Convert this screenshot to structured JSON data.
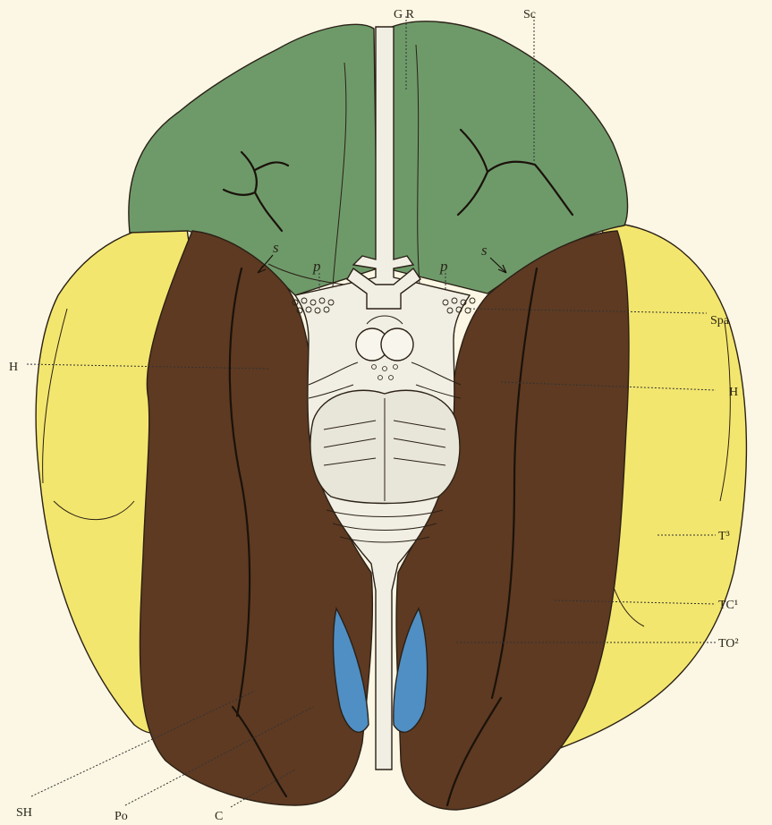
{
  "labels": {
    "gr": "G R",
    "sc": "Sc",
    "spa": "Spa",
    "h_left": "H",
    "h_right": "H",
    "t3": "T³",
    "tc1": "TC¹",
    "to2": "TO²",
    "sh": "SH",
    "po": "Po",
    "c": "C",
    "s_left": "s",
    "s_right": "s",
    "p_left": "p",
    "p_right": "p"
  },
  "colors": {
    "background": "#fbf7e4",
    "frontal_green": "#6e9a6a",
    "temporal_yellow": "#f3e66e",
    "brown_lobe": "#5e3a22",
    "ventricle_blue": "#4f8fc4",
    "brainstem": "#f1efe4"
  }
}
